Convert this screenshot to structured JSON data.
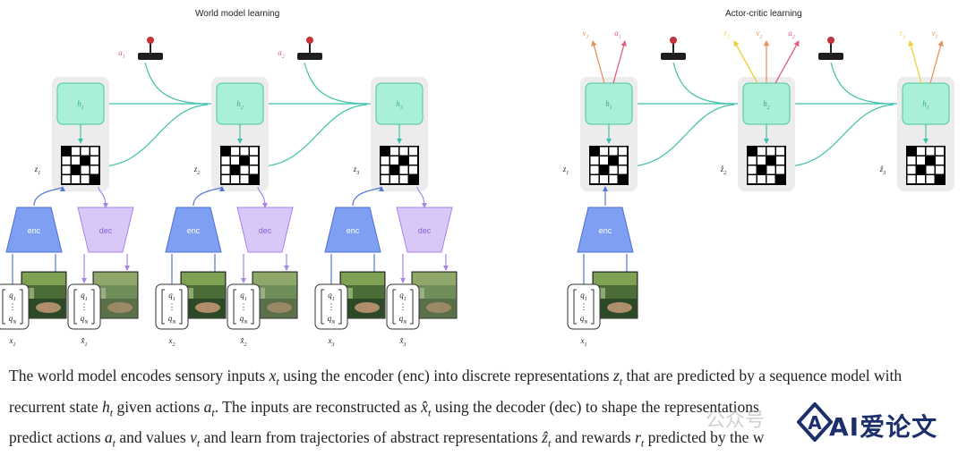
{
  "figure": {
    "left_panel_title": "World model learning",
    "right_panel_title": "Actor-critic learning",
    "left_steps": [
      {
        "h": "h1",
        "z": "z1",
        "a": "a1",
        "x": "x1",
        "xhat": "x̂1"
      },
      {
        "h": "h2",
        "z": "z2",
        "a": "a2",
        "x": "x2",
        "xhat": "x̂2"
      },
      {
        "h": "h3",
        "z": "z3",
        "a": "",
        "x": "x3",
        "xhat": "x̂3"
      }
    ],
    "right_steps": [
      {
        "h": "h1",
        "z": "z1",
        "top": [
          "v1",
          "a1"
        ],
        "x": "x1"
      },
      {
        "h": "h2",
        "z": "ẑ2",
        "top": [
          "r2",
          "v2",
          "a2"
        ]
      },
      {
        "h": "h3",
        "z": "ẑ3",
        "top": [
          "r3",
          "v3"
        ]
      }
    ],
    "encoder_label": "enc",
    "decoder_label": "dec",
    "vector_top": "q1",
    "vector_dots": "⋮",
    "vector_bottom": "qN",
    "colors": {
      "state": "#a9f0d6",
      "state_border": "#4cc9a4",
      "encoder": "#7f9ff2",
      "decoder": "#d9c8f7",
      "action": "#e0607e",
      "value": "#f0a36a",
      "reward": "#f2d94c",
      "panel": "#ececec"
    }
  },
  "caption": {
    "line1": "The world model encodes sensory inputs x_t using the encoder (enc) into discrete representations z_t that are predicted by a sequence model with",
    "line2": "recurrent state h_t given actions a_t. The inputs are reconstructed as x̂_t using the decoder (dec) to shape the representations",
    "line3": "predict actions a_t and values v_t and learn from trajectories of abstract representations ẑ_t and rewards r_t predicted by the w"
  },
  "watermark": {
    "faint_text": "公众号",
    "brand_text": "AI爱论文"
  }
}
